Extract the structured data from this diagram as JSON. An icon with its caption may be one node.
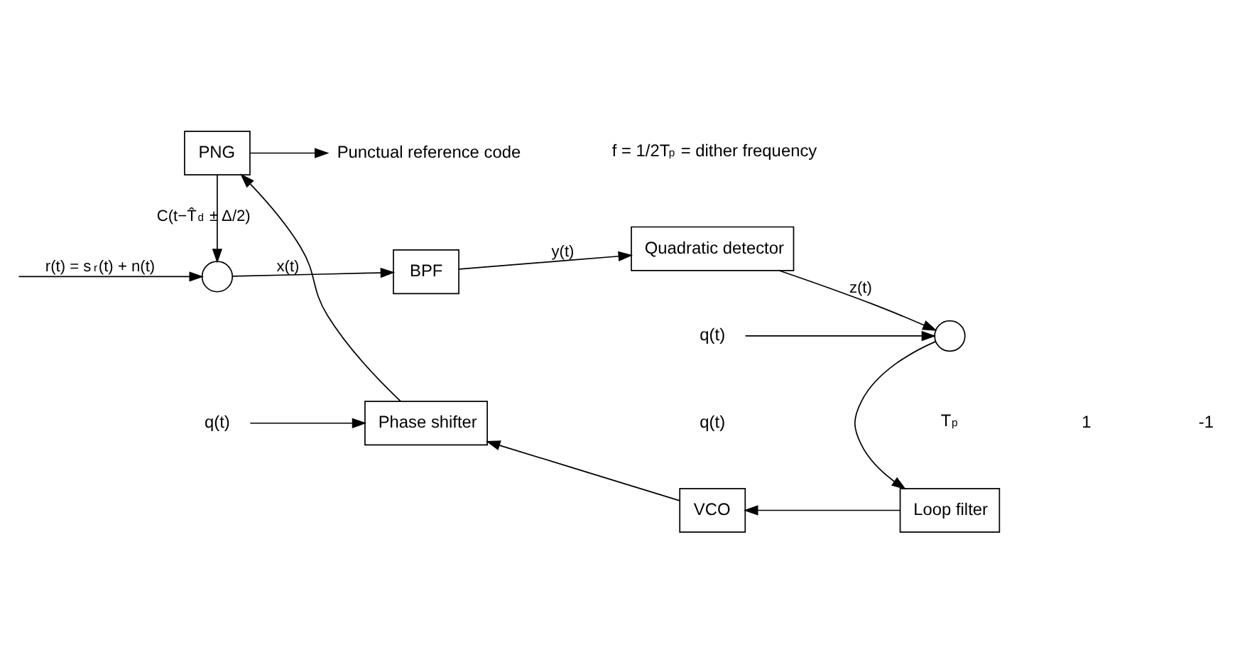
{
  "diagram": {
    "nodes": [
      {
        "text": [],
        "shape": "circle"
      },
      {
        "text": [
          "BPF"
        ]
      },
      {
        "text": [
          "Quadratic detector"
        ]
      },
      {
        "text": [],
        "shape": "circle"
      },
      {
        "text": [
          "Loop filter"
        ]
      },
      {
        "text": [
          "VCO"
        ]
      },
      {
        "text": [
          "Phase shifter"
        ]
      },
      {
        "text": [
          "PNG"
        ]
      },
      {
        "text": [
          "Punctual reference code"
        ]
      },
      {
        "text": [
          "q(t)"
        ]
      },
      {
        "text": [
          "q(t)"
        ]
      }
    ],
    "edges": [
      {
        "from": null,
        "to": 0,
        "arrow": "to",
        "label": "r(t) = s$_{r}$(t) + n(t)"
      },
      {
        "from": 0,
        "to": 1,
        "arrow": "to",
        "label": "x(t)"
      },
      {
        "from": 1,
        "to": 2,
        "arrow": "to",
        "label": "y(t)"
      },
      {
        "from": 2,
        "to": 3,
        "arrow": "to",
        "label": "z(t)"
      },
      {
        "from": 9,
        "to": 3,
        "arrow": "to"
      },
      {
        "from": 3,
        "to": 4,
        "arrow": "to"
      },
      {
        "from": 4,
        "to": 5,
        "arrow": "to"
      },
      {
        "from": 5,
        "to": 6,
        "arrow": "to"
      },
      {
        "from": 6,
        "to": 7,
        "arrow": "to"
      },
      {
        "from": 7,
        "to": 0,
        "arrow": "to",
        "label": "C(t−T̂$_{d}$ ± Δ/2)"
      },
      {
        "from": 7,
        "to": 8,
        "arrow": "to"
      },
      {
        "from": 10,
        "to": 6,
        "arrow": "to"
      }
    ],
    "labels": [
      "f = 1/2T$_{p}$ = dither frequency",
      "q(t)",
      "T$_{p}$",
      "1",
      "-1"
    ]
  }
}
